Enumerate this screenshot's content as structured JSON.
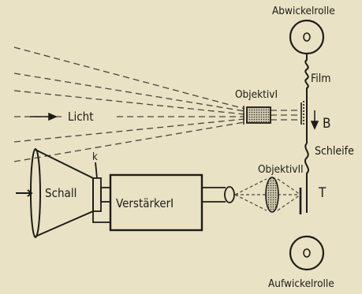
{
  "labels": {
    "reel_top": "Abwickelrolle",
    "film": "Film",
    "lens_1": "ObjektivI",
    "letter_b": "B",
    "light": "Licht",
    "loop": "Schleife",
    "lens_2": "ObjektivII",
    "letter_t": "T",
    "letter_k": "k",
    "sound": "Schall",
    "amplifier": "VerstärkerI",
    "reel_bottom": "Aufwickelrolle"
  },
  "colors": {
    "background": "#e9e2c4",
    "ink": "#1d1b18"
  }
}
